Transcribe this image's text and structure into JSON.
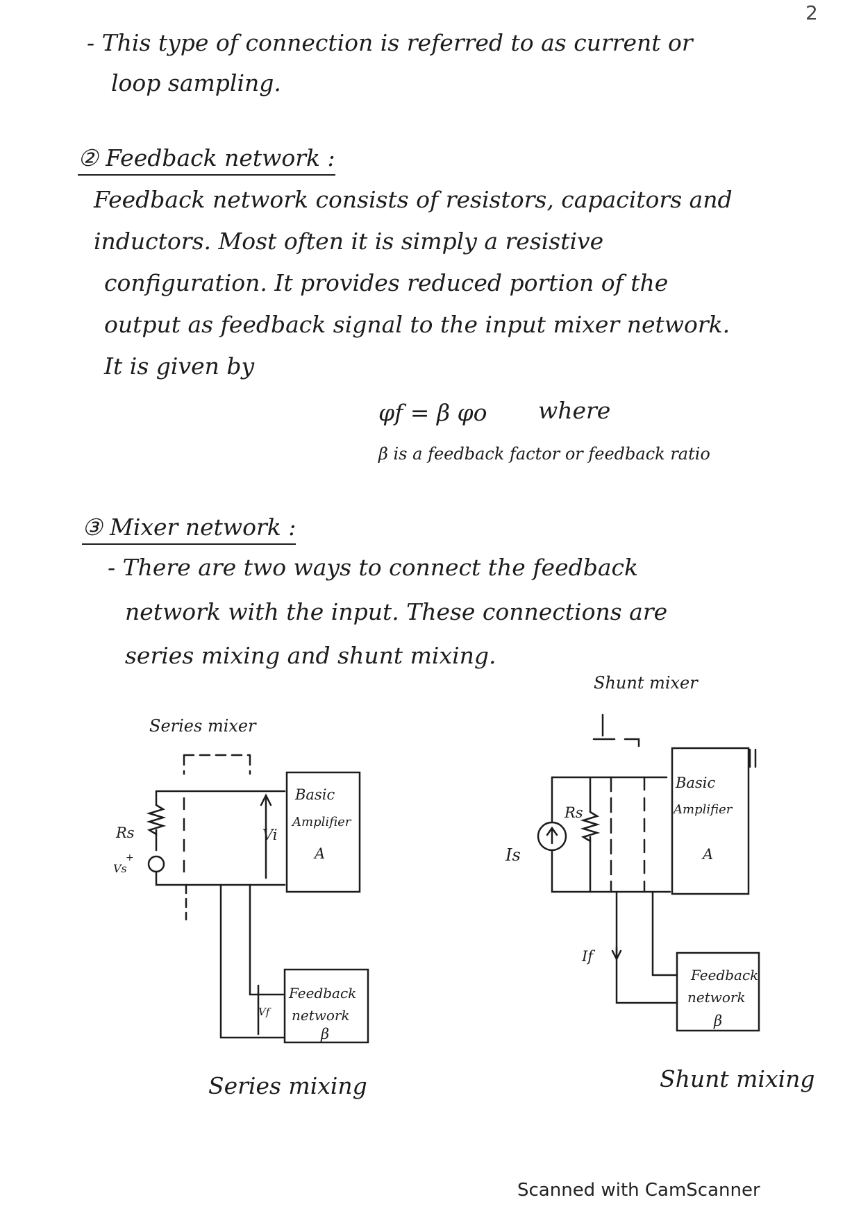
{
  "page_number": "2",
  "intro": {
    "line1": "- This type of connection is referred to as current or",
    "line2": "loop sampling."
  },
  "feedback_network": {
    "heading": "② Feedback network :",
    "lines": [
      "Feedback network consists of resistors, capacitors and",
      "inductors. Most often it is simply a resistive",
      "configuration. It provides reduced portion of the",
      "output as feedback signal to the input mixer network.",
      "It is given by"
    ],
    "equation": "φf = β φo",
    "equation_where": "where",
    "equation_note": "β is a feedback factor or feedback ratio"
  },
  "mixer_network": {
    "heading": "③ Mixer network :",
    "lines": [
      "- There are two ways to connect the feedback",
      "network with the input. These connections are",
      "series mixing and shunt mixing."
    ]
  },
  "series_diagram": {
    "title": "Series mixer",
    "rs_label": "Rs",
    "vs_label": "Vs",
    "vi_label": "Vi",
    "vf_label": "Vf",
    "amp_label_1": "Basic",
    "amp_label_2": "Amplifier",
    "amp_label_3": "A",
    "fb_label_1": "Feedback",
    "fb_label_2": "network",
    "fb_label_3": "β",
    "caption": "Series mixing"
  },
  "shunt_diagram": {
    "title": "Shunt mixer",
    "is_label": "Is",
    "rs_label": "Rs",
    "if_label": "If",
    "amp_label_1": "Basic",
    "amp_label_2": "Amplifier",
    "amp_label_3": "A",
    "fb_label_1": "Feedback",
    "fb_label_2": "network",
    "fb_label_3": "β",
    "caption": "Shunt mixing"
  },
  "footer": "Scanned with CamScanner"
}
